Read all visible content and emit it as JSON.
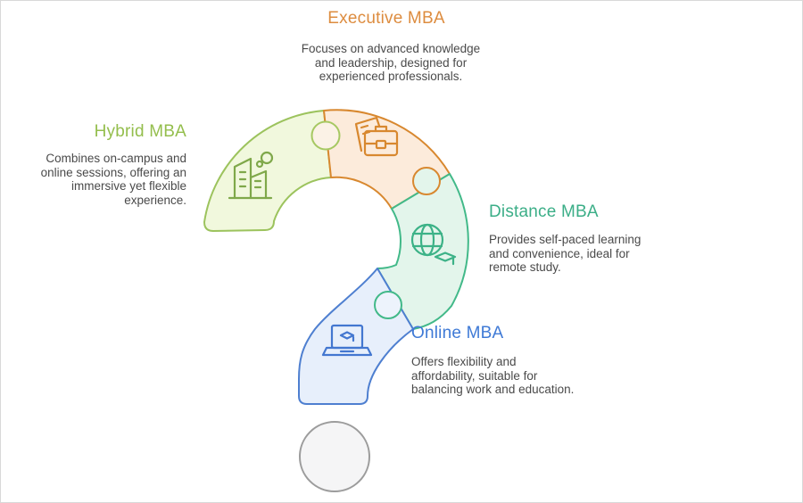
{
  "diagram": {
    "type": "question-mark-puzzle-infographic",
    "topic": "MBA program types"
  },
  "sections": {
    "executive": {
      "title": "Executive MBA",
      "lines": [
        "Focuses on advanced knowledge",
        "and leadership, designed for",
        "experienced professionals."
      ],
      "accent_color": "#DD8C3F",
      "icon": "briefcase-documents-icon"
    },
    "hybrid": {
      "title": "Hybrid MBA",
      "lines": [
        "Combines on-campus and",
        "online sessions, offering an",
        "immersive yet flexible",
        "experience."
      ],
      "accent_color": "#94BE4D",
      "icon": "city-buildings-icon"
    },
    "distance": {
      "title": "Distance MBA",
      "lines": [
        "Provides self-paced learning",
        "and convenience, ideal for",
        "remote study."
      ],
      "accent_color": "#3BAE87",
      "icon": "globe-graduation-icon"
    },
    "online": {
      "title": "Online MBA",
      "lines": [
        "Offers flexibility and",
        "affordability, suitable for",
        "balancing work and education."
      ],
      "accent_color": "#3F7AD6",
      "icon": "laptop-graduation-icon"
    }
  },
  "colors": {
    "hybrid_fill": "#F1F8DD",
    "hybrid_stroke": "#9CC35D",
    "executive_fill": "#FCEBDB",
    "executive_stroke": "#D8882F",
    "distance_fill": "#E3F5EB",
    "distance_stroke": "#42B989",
    "online_fill": "#E7EFFB",
    "online_stroke": "#4E7FD0",
    "knob1_fill": "#FBF2E6",
    "knob2_fill": "#E3F5EB",
    "knob3_fill": "#EDF3FC",
    "dot_fill": "#F5F5F6",
    "dot_stroke": "#9C9C9C",
    "body_text": "#4a4a4a",
    "page_border": "#d9d9d9"
  }
}
